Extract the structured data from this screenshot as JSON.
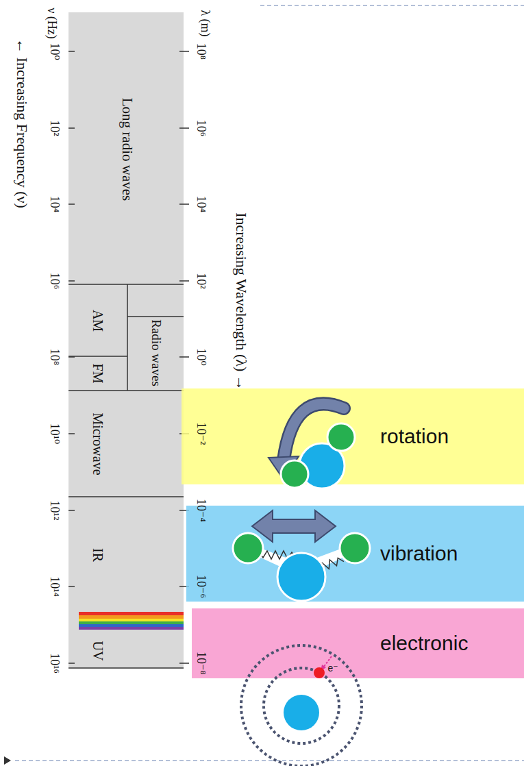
{
  "diagram": {
    "nodes": [
      {
        "text": [
          "rotation"
        ]
      },
      {
        "text": [
          "vibration"
        ]
      },
      {
        "text": [
          "electronic"
        ]
      }
    ],
    "labels": [
      "← Increasing Frequency (ν)",
      "ν (Hz)",
      "λ (m)",
      "Increasing Wavelength (λ) →",
      "10⁰",
      "10²",
      "10⁴",
      "10⁶",
      "10⁸",
      "10¹⁰",
      "10¹²",
      "10¹⁴",
      "10¹⁶",
      "10⁸",
      "10⁶",
      "10⁴",
      "10²",
      "10⁰",
      "10⁻²",
      "10⁻⁴",
      "10⁻⁶",
      "10⁻⁸",
      "Long radio waves",
      "AM",
      "Radio waves",
      "FM",
      "Microwave",
      "IR",
      "UV",
      "e⁻"
    ]
  }
}
